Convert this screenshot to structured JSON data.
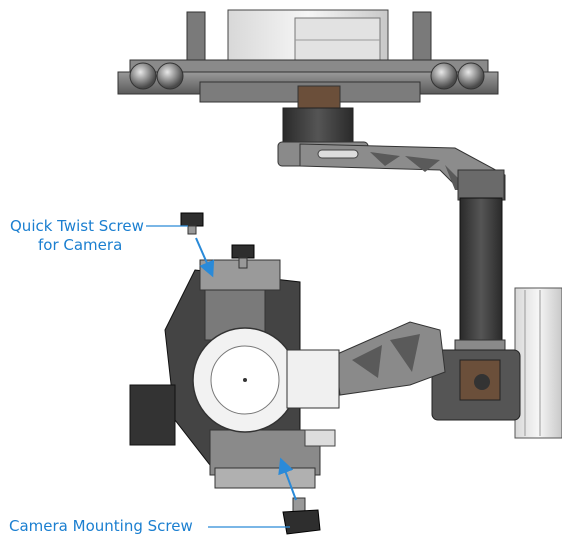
{
  "callouts": {
    "quick_twist_line1": "Quick Twist Screw",
    "quick_twist_line2": "for Camera",
    "camera_mount": "Camera Mounting Screw"
  },
  "colors": {
    "callout": "#1b7fd0",
    "arrow": "#2a8ad8",
    "metal_dark": "#3e3e3e",
    "metal_mid": "#6a6a6a",
    "metal_light": "#b8b8b8",
    "white_part": "#f0f0f0",
    "bronze": "#6b4f3a"
  }
}
